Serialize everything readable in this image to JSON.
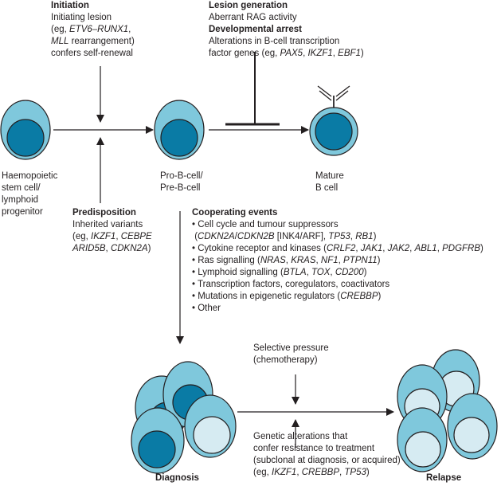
{
  "initiation": {
    "title": "Initiation",
    "lines": [
      "Initiating lesion",
      "(eg, ETV6–RUNX1,",
      "MLL rearrangement)",
      "confers self-renewal"
    ]
  },
  "lesion": {
    "title": "Lesion generation",
    "line": "Aberrant RAG activity"
  },
  "arrest": {
    "title": "Developmental arrest",
    "lines": [
      "Alterations in B-cell transcription",
      "factor genes (eg, PAX5, IKZF1, EBF1)"
    ]
  },
  "cells": {
    "stem": [
      "Haemopoietic",
      "stem cell/",
      "lymphoid",
      "progenitor"
    ],
    "prob": [
      "Pro-B-cell/",
      "Pre-B-cell"
    ],
    "mature": [
      "Mature",
      "B cell"
    ]
  },
  "predisposition": {
    "title": "Predisposition",
    "lines": [
      "Inherited variants",
      "(eg, IKZF1, CEBPE",
      "ARID5B, CDKN2A)"
    ]
  },
  "cooperating": {
    "title": "Cooperating events",
    "items": [
      "• Cell cycle and tumour suppressors",
      " (CDKN2A/CDKN2B [INK4/ARF], TP53, RB1)",
      "• Cytokine receptor and kinases (CRLF2, JAK1, JAK2, ABL1, PDGFRB)",
      "• Ras signalling (NRAS, KRAS, NF1, PTPN11)",
      "• Lymphoid signalling (BTLA, TOX, CD200)",
      "• Transcription factors, coregulators, coactivators",
      "• Mutations in epigenetic regulators (CREBBP)",
      "• Other"
    ]
  },
  "selective": [
    "Selective pressure",
    "(chemotherapy)"
  ],
  "genetic": [
    "Genetic alterations that",
    "confer resistance to treatment",
    "(subclonal at diagnosis, or acquired)",
    "(eg, IKZF1, CREBBP, TP53)"
  ],
  "diagnosis": "Diagnosis",
  "relapse": "Relapse",
  "colors": {
    "cytoplasm": "#7fc8dc",
    "nucleus_dark": "#0a7ba5",
    "nucleus_light": "#d6ebf2",
    "line": "#231f20"
  }
}
